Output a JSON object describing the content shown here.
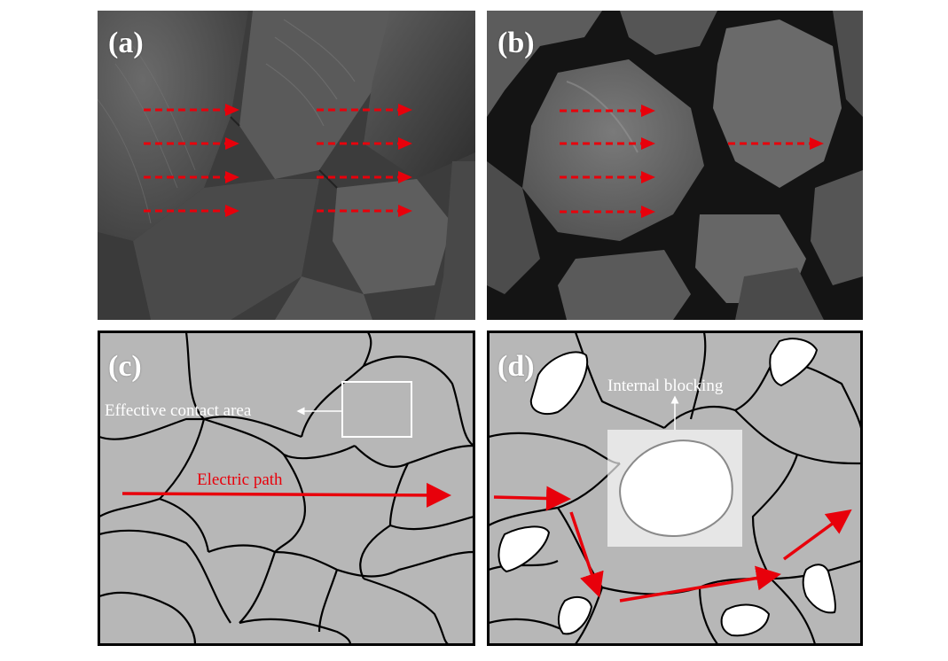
{
  "panels": {
    "a": {
      "label": "(a)"
    },
    "b": {
      "label": "(b)"
    },
    "c": {
      "label": "(c)",
      "annotation": "Effective contact area",
      "path_label": "Electric path"
    },
    "d": {
      "label": "(d)",
      "annotation": "Internal blocking"
    }
  },
  "colors": {
    "arrow": "#e8000b",
    "grain_fill": "#b7b7b7",
    "boundary": "#000000",
    "pore": "#ffffff"
  }
}
